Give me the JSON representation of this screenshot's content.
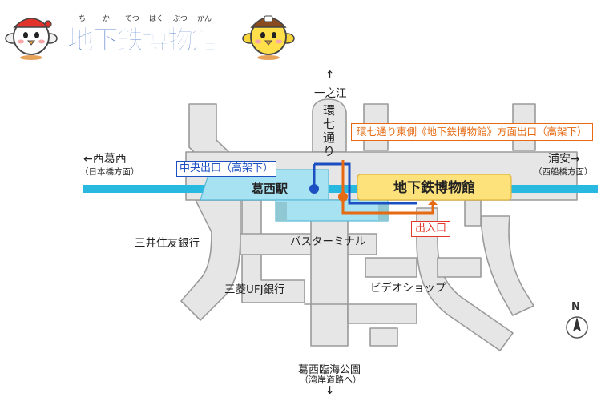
{
  "header": {
    "title": "地下鉄博物館",
    "ruby": [
      "ち",
      "か",
      "てつ",
      "はく",
      "ぶつ",
      "かん"
    ]
  },
  "directions": {
    "north_arrow": "↑",
    "north_label": "一之江",
    "west_label": "←西葛西",
    "west_sub": "（日本橋方面）",
    "east_label": "浦安→",
    "east_sub": "（西船橋方面）",
    "south_label": "葛西臨海公園",
    "south_sub": "（湾岸道路へ）",
    "south_arrow": "↓"
  },
  "roads": {
    "kan7": "環七通り"
  },
  "exits": {
    "central_exit": "中央出口（高架下）",
    "east_exit": "環七通り東側《地下鉄博物館》方面出口（高架下）",
    "entrance": "出入口"
  },
  "station": {
    "name": "葛西駅"
  },
  "museum": {
    "name": "地下鉄博物館"
  },
  "landmarks": {
    "bus_terminal": "バスターミナル",
    "smbc": "三井住友銀行",
    "mufg": "三菱UFJ銀行",
    "video_shop": "ビデオショップ"
  },
  "compass": {
    "north": "N"
  },
  "colors": {
    "title_blue": "#1c55b8",
    "rail": "#29b8e0",
    "station_fill": "#a7e2f2",
    "museum_fill": "#fde27c",
    "road_gray": "#e6e6e6",
    "road_outline": "#9a9a9a",
    "route_blue": "#1b4fc2",
    "route_orange": "#e66a12",
    "entrance_red": "#e23a2a"
  }
}
